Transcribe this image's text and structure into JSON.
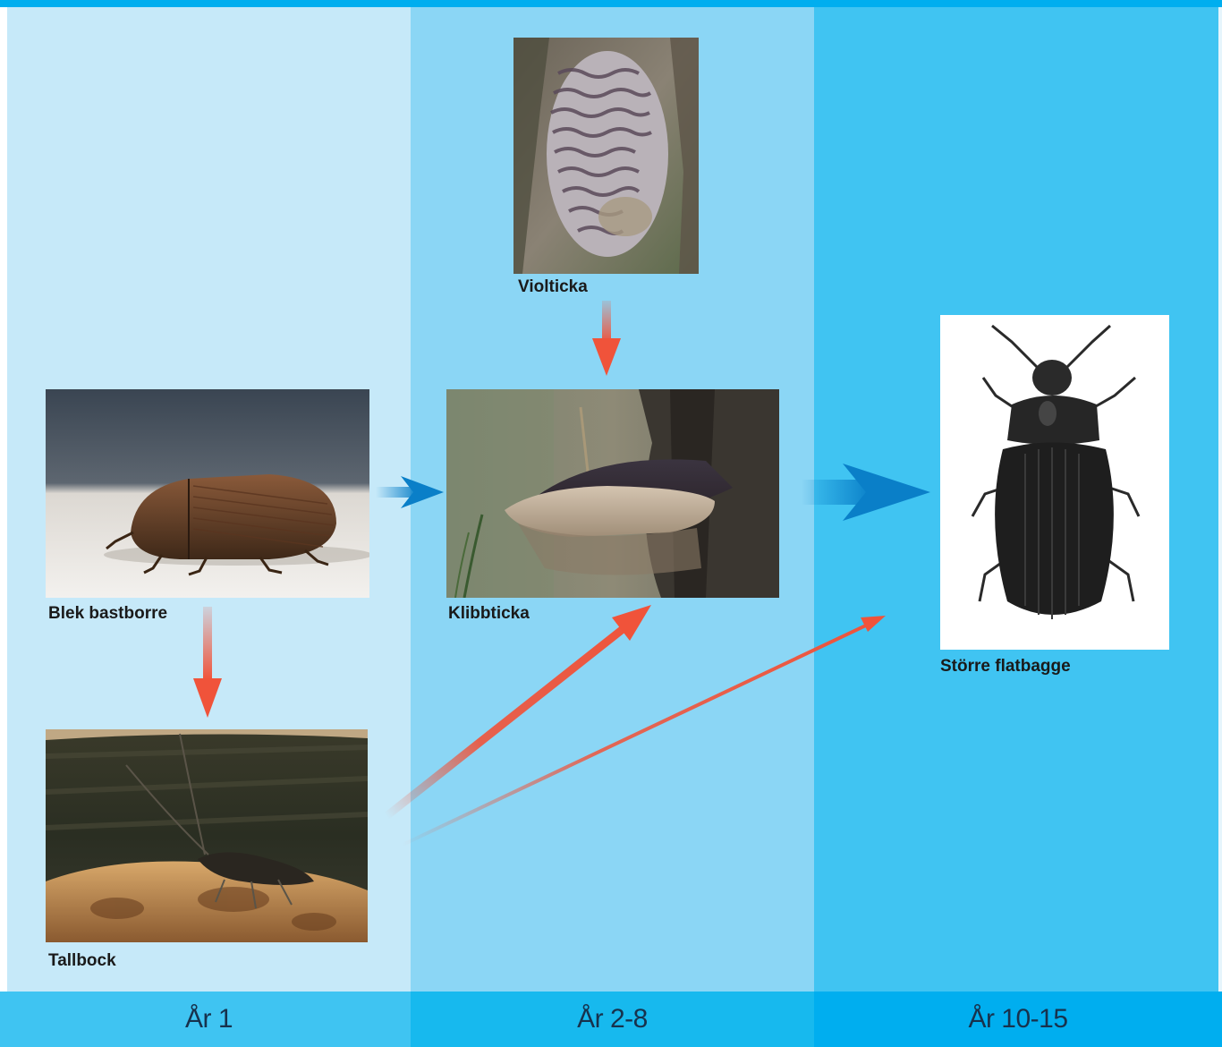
{
  "species": {
    "blek_bastborre": "Blek bastborre",
    "tallbock": "Tallbock",
    "violticka": "Violticka",
    "klibbticka": "Klibbticka",
    "storre_flatbagge": "Större flatbagge"
  },
  "periods": [
    "År 1",
    "År 2-8",
    "År 10-15"
  ],
  "colors": {
    "period_1_bg": "#c6e9f9",
    "period_2_bg": "#8bd6f5",
    "period_3_bg": "#40c4f2",
    "succession_arrow": "#0a7fc8",
    "interaction_arrow": "#f0533a"
  }
}
